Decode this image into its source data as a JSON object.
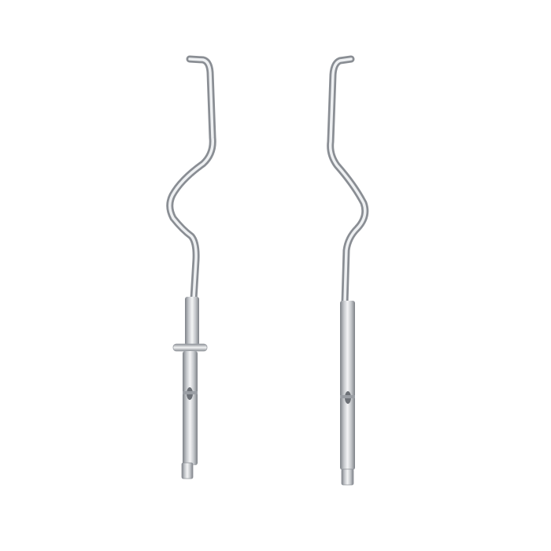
{
  "scene": {
    "subject": "pair-of-dough-hooks",
    "background_color": "#ffffff",
    "metal_light": "#f4f5f6",
    "metal_mid": "#c3c6ca",
    "metal_dark": "#7d8187",
    "items": [
      {
        "name": "dough-hook-left",
        "has_collar": true
      },
      {
        "name": "dough-hook-right",
        "has_collar": false
      }
    ]
  }
}
